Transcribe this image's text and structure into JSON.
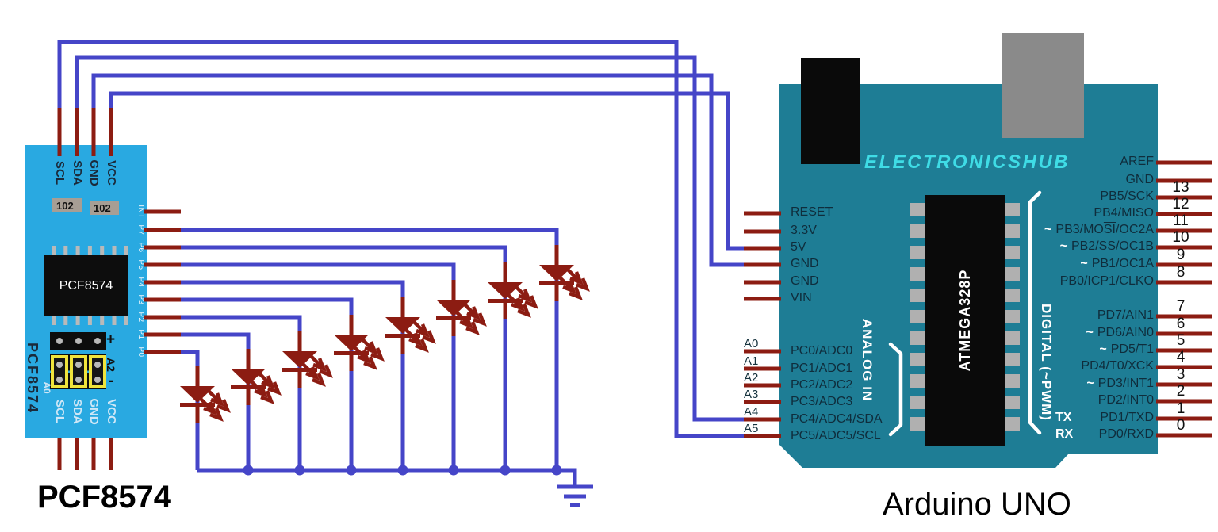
{
  "module": {
    "name_label": "PCF8574",
    "board_side_label": "PCF8574",
    "chip_label": "PCF8574",
    "top_pins": [
      "SCL",
      "SDA",
      "GND",
      "VCC"
    ],
    "bottom_pins": [
      "SCL",
      "SDA",
      "GND",
      "VCC"
    ],
    "right_pins": [
      "INT",
      "P7",
      "P6",
      "P5",
      "P4",
      "P3",
      "P2",
      "P1",
      "P0"
    ],
    "resistors": [
      "102",
      "102"
    ],
    "jumper": {
      "plus": "+",
      "minus": "-",
      "a2": "A2",
      "a0": "A0"
    }
  },
  "leds": {
    "count": 8
  },
  "arduino": {
    "name_label": "Arduino UNO",
    "brand": "ELECTRONICSHUB",
    "chip_label": "ATMEGA328P",
    "left_power_pins": [
      "RESET",
      "3.3V",
      "5V",
      "GND",
      "GND",
      "VIN"
    ],
    "analog_header": [
      "A0",
      "A1",
      "A2",
      "A3",
      "A4",
      "A5"
    ],
    "analog_pins": [
      "PC0/ADC0",
      "PC1/ADC1",
      "PC2/ADC2",
      "PC3/ADC3",
      "PC4/ADC4/SDA",
      "PC5/ADC5/SCL"
    ],
    "analog_group_label": "ANALOG IN",
    "digital_group_label": "DIGITAL (~PWM)",
    "tilde": "~",
    "right_pins": [
      {
        "label": "AREF"
      },
      {
        "label": "GND"
      },
      {
        "label": "PB5/SCK",
        "num": "13"
      },
      {
        "label": "PB4/MISO",
        "num": "12"
      },
      {
        "pre": "PB3/MO",
        "ov": "SI",
        "post": "/OC2A",
        "num": "11",
        "pwm": true
      },
      {
        "pre": "PB2/",
        "ov": "SS",
        "post": "/OC1B",
        "num": "10",
        "pwm": true
      },
      {
        "label": "PB1/OC1A",
        "num": "9",
        "pwm": true
      },
      {
        "label": "PB0/ICP1/CLKO",
        "num": "8"
      },
      {
        "label": "PD7/AIN1",
        "num": "7"
      },
      {
        "label": "PD6/AIN0",
        "num": "6",
        "pwm": true
      },
      {
        "label": "PD5/T1",
        "num": "5",
        "pwm": true
      },
      {
        "label": "PD4/T0/XCK",
        "num": "4"
      },
      {
        "label": "PD3/INT1",
        "num": "3",
        "pwm": true
      },
      {
        "label": "PD2/INT0",
        "num": "2"
      },
      {
        "label": "PD1/TXD",
        "num": "1",
        "side": "TX"
      },
      {
        "label": "PD0/RXD",
        "num": "0",
        "side": "RX"
      }
    ]
  },
  "colors": {
    "module_board": "#29a9e1",
    "arduino_board": "#1e7d95",
    "wire_blue": "#4545c8",
    "pin_maroon": "#8c1c12",
    "brand_cyan": "#3fdce6",
    "jumper_yellow": "#f0e43c",
    "usb_black": "#0a0a0a",
    "power_jack_gray": "#8a8a8a"
  }
}
